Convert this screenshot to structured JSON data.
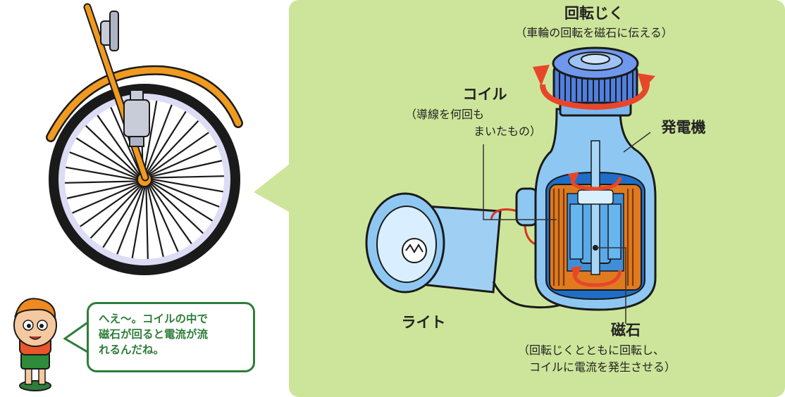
{
  "labels": {
    "axle": {
      "title": "回転じく",
      "sub": "（車輪の回転を磁石に伝える）"
    },
    "coil": {
      "title": "コイル",
      "sub1": "（導線を何回も",
      "sub2": "まいたもの）"
    },
    "generator": {
      "title": "発電機"
    },
    "light": {
      "title": "ライト"
    },
    "magnet": {
      "title": "磁石",
      "sub1": "（回転じくとともに回転し、",
      "sub2": "コイルに電流を発生させる）"
    }
  },
  "speech": {
    "text": "へえ～。コイルの中で\n磁石が回ると電流が流\nれるんだね。"
  },
  "colors": {
    "panel_green": "#cde59a",
    "rotation_arrow": "#e8462a",
    "generator_blue": "#8ec8f2",
    "coil_orange": "#e07a1f",
    "bubble_border": "#2e7d3a",
    "fender_orange": "#f09a20",
    "wheel_dark": "#1a1a1a"
  }
}
